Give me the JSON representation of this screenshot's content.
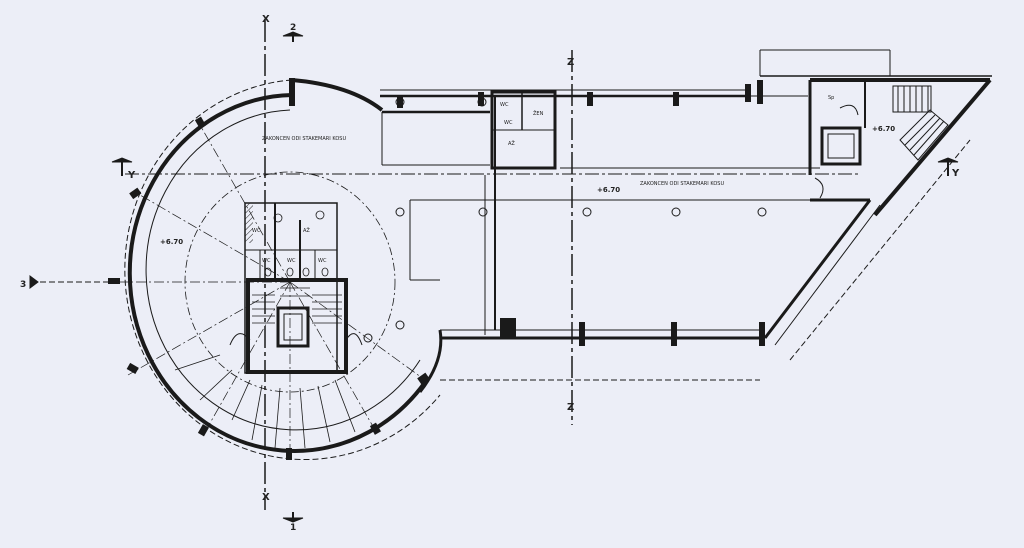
{
  "drawing": {
    "background": "#eceef7",
    "ink": "#1a1a1a",
    "axes": {
      "x_top": "X",
      "x_bottom": "X",
      "z_top": "Z",
      "z_bottom": "Z",
      "y_left": "Y",
      "y_right": "Y",
      "section_2": "2",
      "section_1": "1",
      "section_3": "3"
    },
    "levels": {
      "rotunda": "+6.70",
      "corridor": "+6.70",
      "stair_tower": "+6.70"
    },
    "room_labels": {
      "gallery": "ZAKONCEN ODI STAKEMARI KOSU",
      "corridor": "ZAKONCEN ODI STAKEMARI KOSU",
      "wc_left_a": "WC",
      "wc_left_b": "WC",
      "wc_left_c": "WC",
      "wc_left_d": "WC",
      "wc_top_a": "WC",
      "wc_top_b": "WC",
      "wc_area_left": "AŽ",
      "wc_area_right": "AŽ",
      "shop_label": "ŽEN",
      "lift_label": "Sp"
    }
  }
}
